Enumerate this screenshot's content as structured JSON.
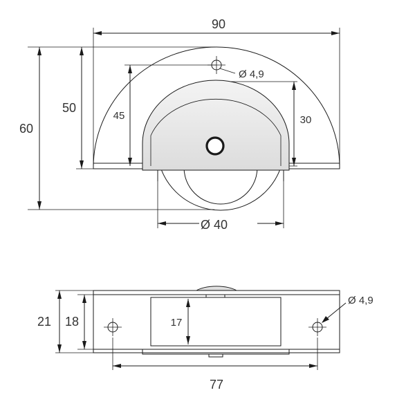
{
  "front_view": {
    "width_label": "90",
    "height_label": "60",
    "housing_height_label": "50",
    "hole_height_label": "45",
    "wheel_cover_label": "30",
    "hole_diameter_label": "Ø 4,9",
    "wheel_diameter_label": "Ø 40"
  },
  "bottom_view": {
    "total_height_label": "21",
    "body_height_label": "18",
    "wheel_width_label": "17",
    "hole_spacing_label": "77",
    "hole_diameter_label": "Ø 4,9"
  },
  "colors": {
    "stroke": "#1a1a1a",
    "text": "#333333",
    "fill_light": "#e6e6e6"
  }
}
